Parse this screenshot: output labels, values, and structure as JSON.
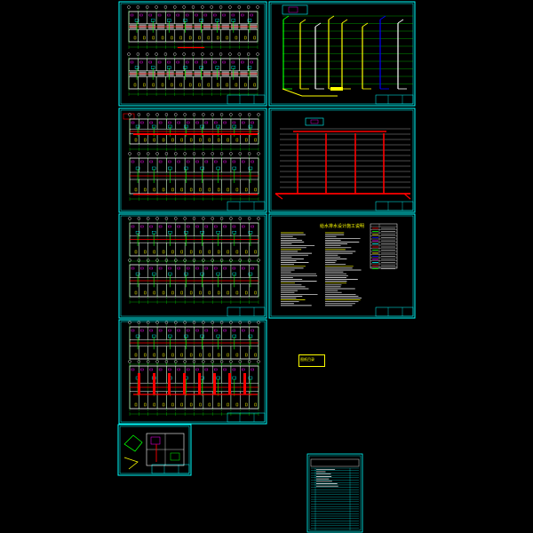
{
  "drawing_set": {
    "sheets": [
      {
        "id": "plan-ground"
      },
      {
        "id": "riser-diagram"
      },
      {
        "id": "plan-level-2"
      },
      {
        "id": "system-diagram"
      },
      {
        "id": "plan-level-3"
      },
      {
        "id": "design-notes"
      },
      {
        "id": "plan-level-4"
      },
      {
        "id": "detail-sheet"
      },
      {
        "id": "drawing-index"
      }
    ],
    "notes_title": "给水排水设计施工说明",
    "stamp_text": "图纸目录",
    "colors": {
      "background": "#000000",
      "frame": "#00ffff",
      "wall": "#ffffff",
      "drain": "#ff0000",
      "supply": "#00ff00",
      "hot_water": "#ffff00",
      "fire": "#0000ff",
      "fixture": "#ff00ff"
    }
  }
}
